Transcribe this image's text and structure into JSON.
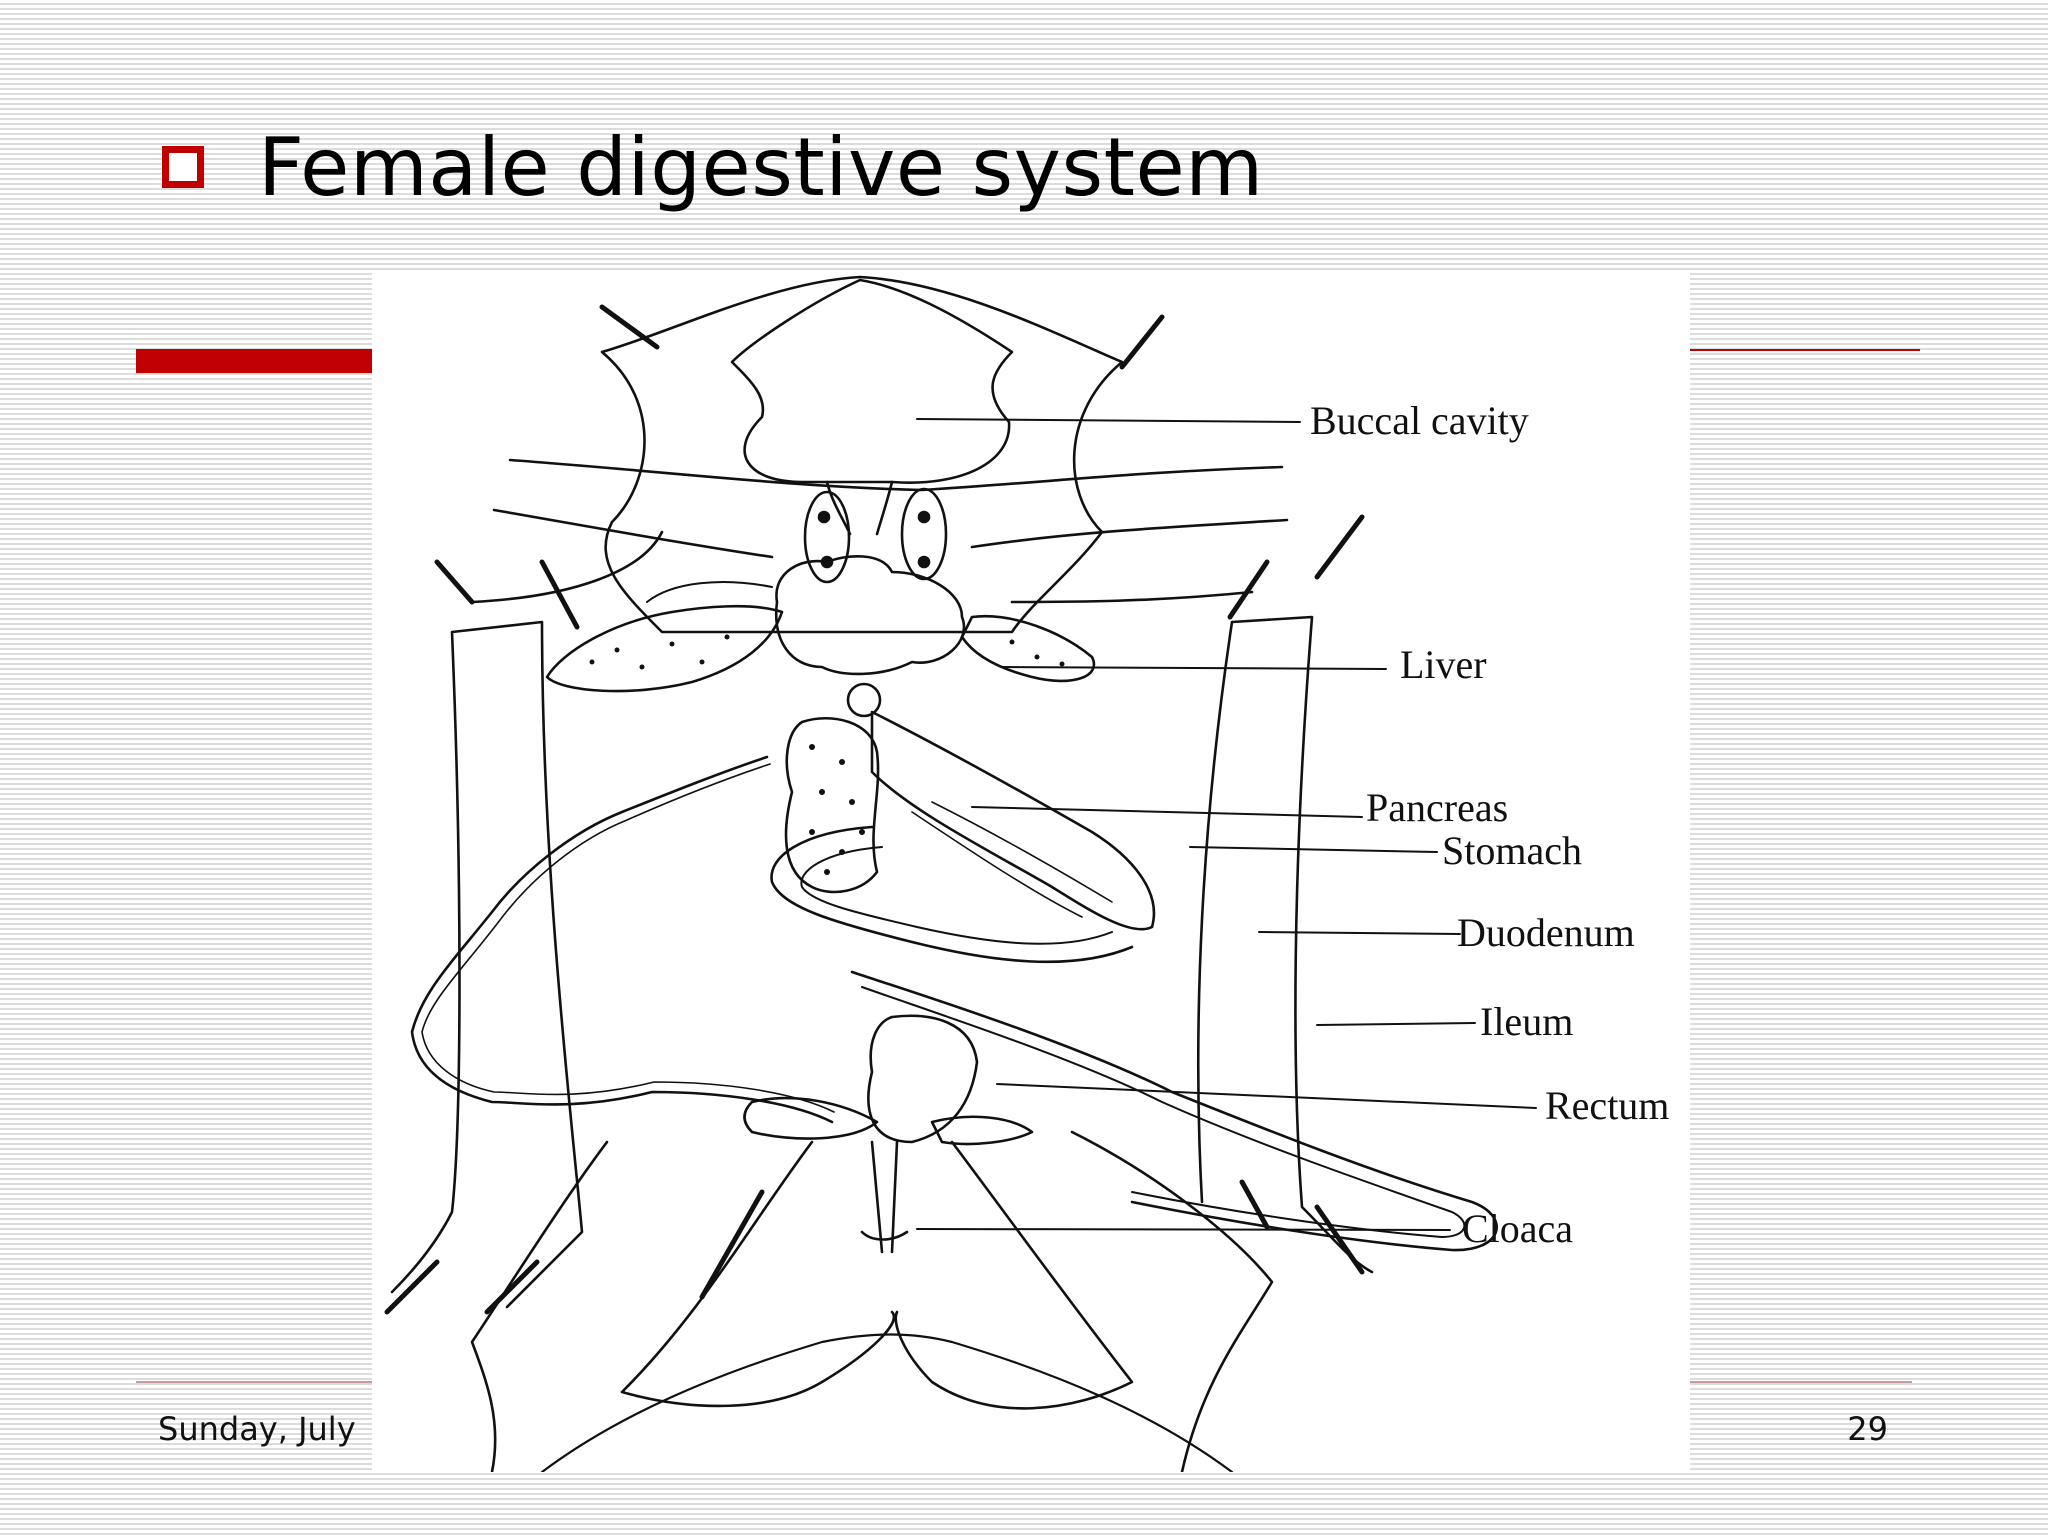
{
  "slide": {
    "title": "Female digestive system",
    "footer_date": "Sunday, July",
    "page_number": "29",
    "accent_color": "#c00000",
    "bullet_icon": "hollow-square-bullet"
  },
  "figure": {
    "labels": {
      "buccal": "Buccal cavity",
      "liver": "Liver",
      "pancreas": "Pancreas",
      "stomach": "Stomach",
      "duodenum": "Duodenum",
      "ileum": "Ileum",
      "rectum": "Rectum",
      "cloaca": "Cloaca"
    }
  }
}
